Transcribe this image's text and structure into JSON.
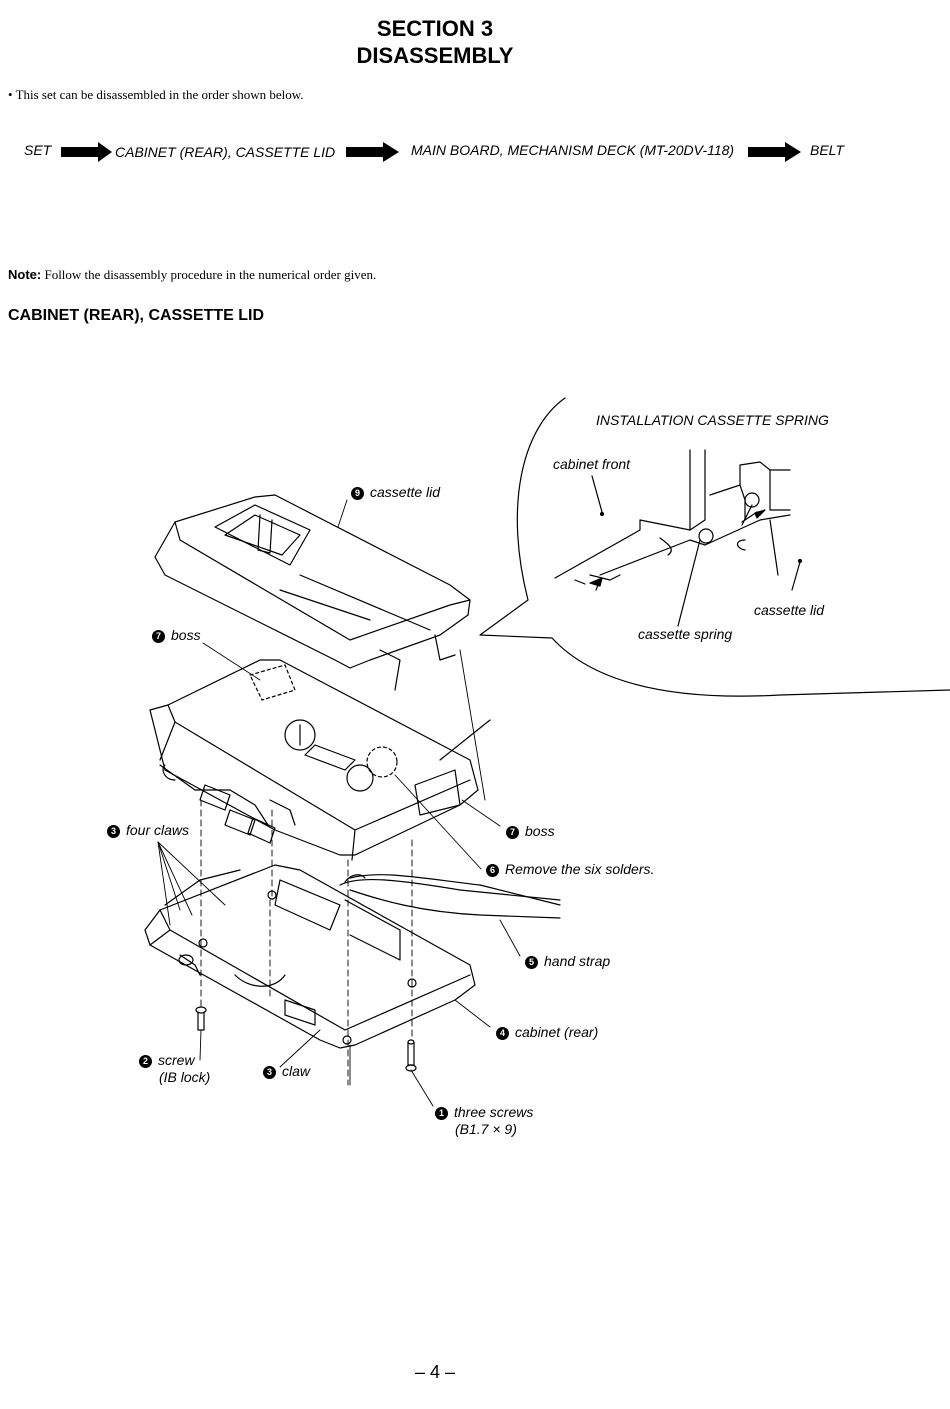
{
  "header": {
    "section": "SECTION  3",
    "title": "DISASSEMBLY"
  },
  "intro": "• This set can be disassembled in the order shown below.",
  "flow": {
    "steps": [
      "SET",
      "CABINET  (REAR), CASSETTE  LID",
      "MAIN  BOARD, MECHANISM  DECK (MT-20DV-118)",
      "BELT"
    ]
  },
  "note": {
    "label": "Note:",
    "text": " Follow the disassembly procedure in the numerical order given."
  },
  "subsection": "CABINET (REAR),  CASSETTE  LID",
  "inset": {
    "title": "INSTALLATION CASSETTE SPRING",
    "labels": {
      "cabinet_front": "cabinet front",
      "cassette_lid": "cassette lid",
      "cassette_spring": "cassette spring"
    }
  },
  "callouts": {
    "c9": {
      "num": "9",
      "text": "cassette lid"
    },
    "c7a": {
      "num": "7",
      "text": "boss"
    },
    "c7b": {
      "num": "7",
      "text": "boss"
    },
    "c6": {
      "num": "6",
      "text": "Remove the six solders."
    },
    "c3a": {
      "num": "3",
      "text": "four claws"
    },
    "c5": {
      "num": "5",
      "text": "hand strap"
    },
    "c4": {
      "num": "4",
      "text": "cabinet (rear)"
    },
    "c2": {
      "num": "2",
      "line1": "screw",
      "line2": "(IB lock)"
    },
    "c3b": {
      "num": "3",
      "text": "claw"
    },
    "c1": {
      "num": "1",
      "line1": "three screws",
      "line2": "(B1.7 × 9)"
    }
  },
  "footer": {
    "page": "– 4 –"
  }
}
